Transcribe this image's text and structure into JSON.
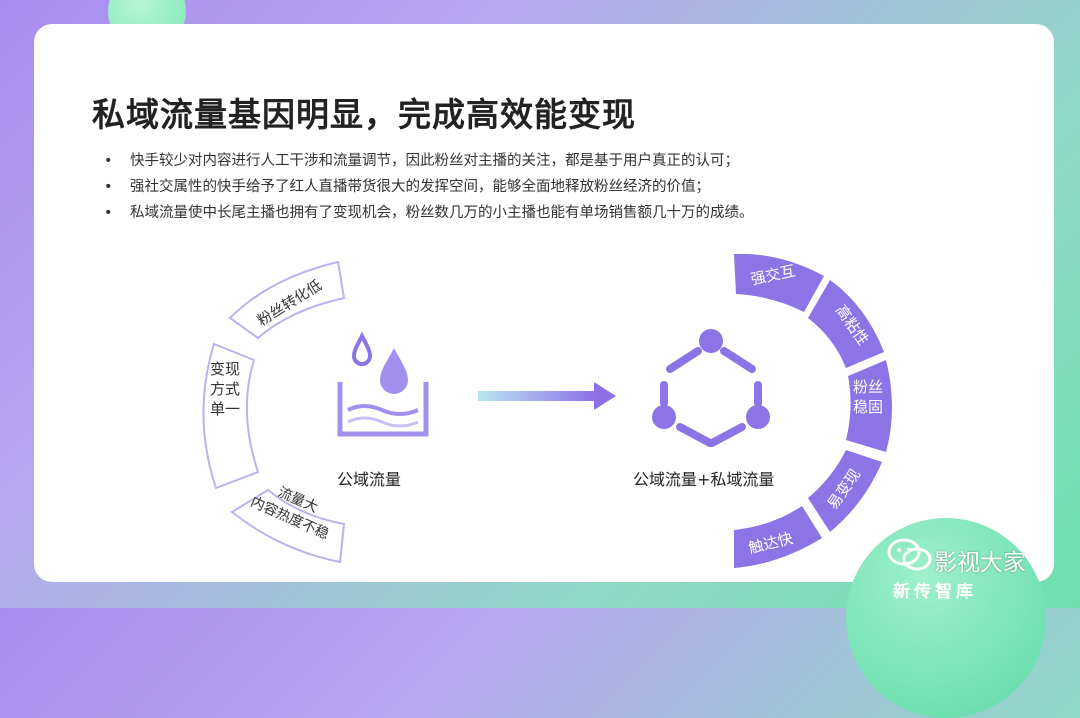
{
  "title": "私域流量基因明显，完成高效能变现",
  "bullets": [
    "快手较少对内容进行人工干涉和流量调节，因此粉丝对主播的关注，都是基于用户真正的认可；",
    "强社交属性的快手给予了红人直播带货很大的发挥空间，能够全面地释放粉丝经济的价值；",
    "私域流量使中长尾主播也拥有了变现机会，粉丝数几万的小主播也能有单场销售额几十万的成绩。"
  ],
  "left_segments": [
    "粉丝转化低",
    "变现\n方式\n单一",
    "流量大\n内容热度不稳"
  ],
  "left_label": "公域流量",
  "right_label": "公域流量+私域流量",
  "right_segments": [
    "强交互",
    "高粘性",
    "粉丝\n稳固",
    "易变现",
    "触达快"
  ],
  "watermark": {
    "top": "影视大家",
    "bottom": "新传智库"
  },
  "colors": {
    "accent": "#8c74e6",
    "arrow_start": "#b9e6f0",
    "arrow_end": "#8d6fe6",
    "bg_start": "#a98cf0",
    "bg_end": "#6ee0b0"
  },
  "icons": [
    "water-drop-icon",
    "hexagon-network-icon",
    "arrow-right-icon",
    "wechat-icon"
  ]
}
